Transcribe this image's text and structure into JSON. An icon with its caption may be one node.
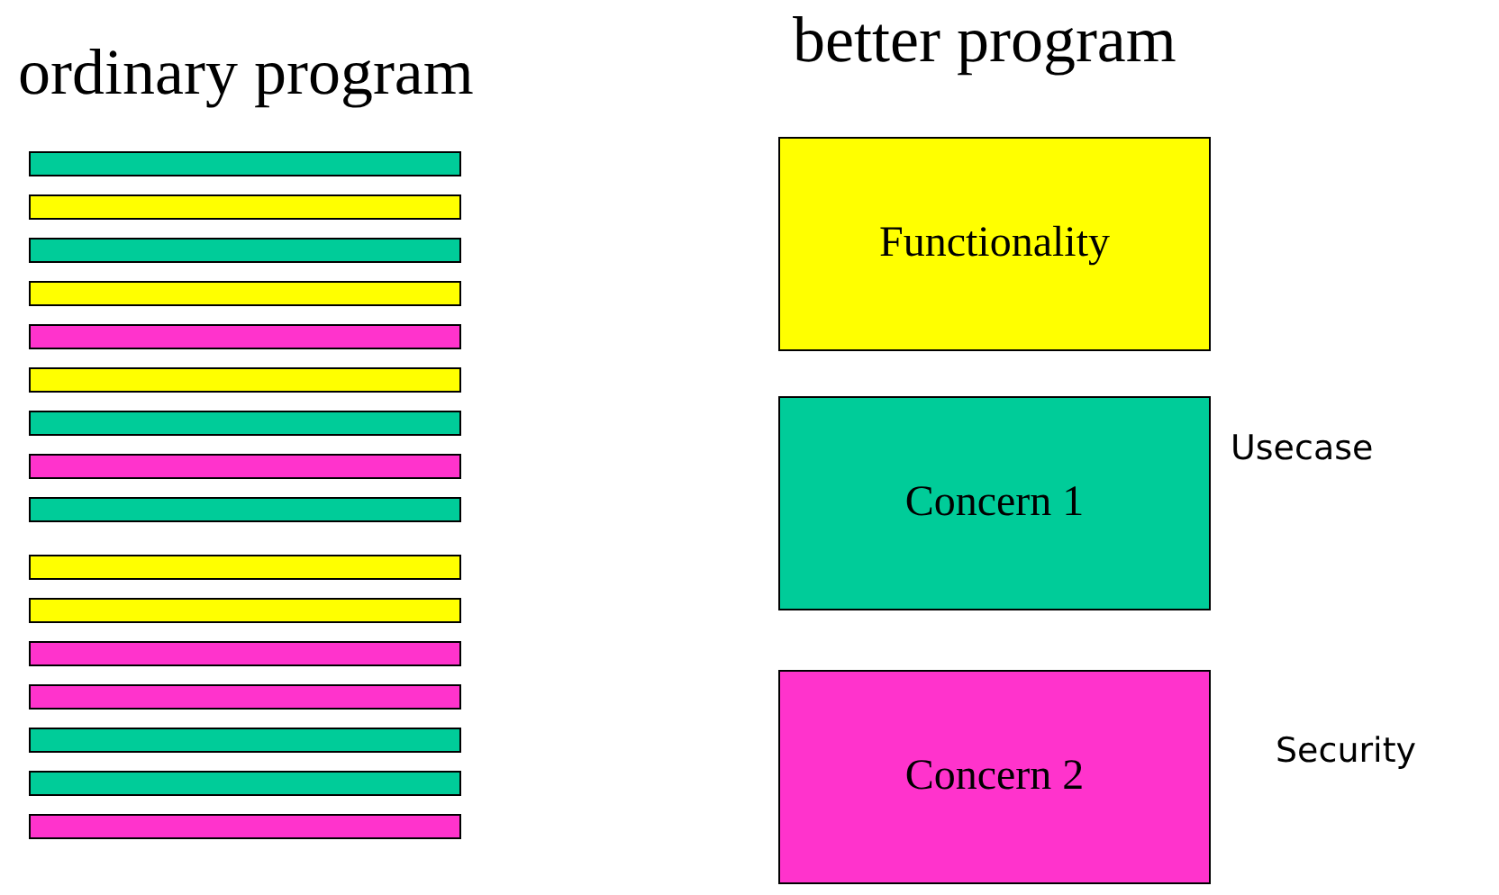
{
  "diagram": {
    "nodes": [
      {
        "text": [
          "Functionality"
        ]
      },
      {
        "text": [
          "Concern 1"
        ],
        "beside": [
          "Usecase"
        ]
      },
      {
        "text": [
          "Concern 2"
        ],
        "beside": [
          "Security"
        ]
      }
    ],
    "labels": [
      "ordinary program",
      "better program"
    ]
  }
}
